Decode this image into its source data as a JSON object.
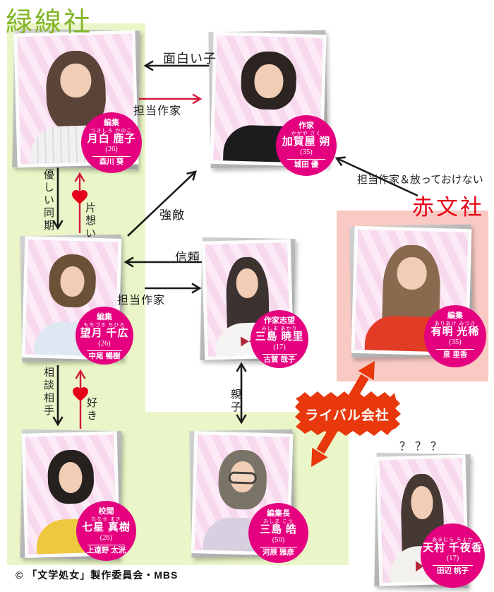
{
  "companies": {
    "green": {
      "name": "緑線社",
      "box_color": "#eaf6c8",
      "title_color": "#82b525"
    },
    "red": {
      "name": "赤文社",
      "box_color": "#f9c9c3",
      "title_color": "#e60012"
    }
  },
  "rival": {
    "label": "ライバル会社",
    "color": "#e8380c"
  },
  "palette": {
    "badge_circle": "#e4007f",
    "love_arrow": "#d4173c",
    "heart": "#e60019",
    "arrow_black": "#1b1b1b"
  },
  "characters": [
    {
      "role": "編集",
      "furigana": "つきしろ かのこ",
      "name": "月白 鹿子",
      "age": "(26)",
      "actor": "森川 葵"
    },
    {
      "role": "作家",
      "furigana": "かがや さく",
      "name": "加賀屋 朔",
      "age": "(35)",
      "actor": "城田 優"
    },
    {
      "role": "編集",
      "furigana": "もちづき ちひろ",
      "name": "望月 千広",
      "age": "(26)",
      "actor": "中尾 暢樹"
    },
    {
      "role": "作家志望",
      "furigana": "みしま あかり",
      "name": "三島 暁里",
      "age": "(17)",
      "actor": "古賀 哉子"
    },
    {
      "role": "編集",
      "furigana": "ありあけ みつき",
      "name": "有明 光稀",
      "age": "(35)",
      "actor": "泉 里香"
    },
    {
      "role": "校閲",
      "furigana": "ななせ まき",
      "name": "七星 真樹",
      "age": "(26)",
      "actor": "上遠野 太洸"
    },
    {
      "role": "編集長",
      "furigana": "みしま こう",
      "name": "三島 皓",
      "age": "(50)",
      "actor": "河原 雅彦"
    },
    {
      "furigana": "あまむら ちよか",
      "name": "天村 千夜香",
      "age": "(17)",
      "actor": "田辺 桃子"
    }
  ],
  "relations": {
    "omoshiroiko": "面白い子",
    "tanto_sakka_1": "担当作家",
    "yasashii_doki": "優しい同期",
    "kataomoi": "片想い",
    "kyoteki": "強敵",
    "shinrai": "信頼",
    "tanto_sakka_2": "担当作家",
    "sodan_aite": "相談相手",
    "suki": "好き",
    "oyako": "親子",
    "tanto_hottokenai": "担当作家＆放っておけない"
  },
  "misc": {
    "mystery": "？？？",
    "copyright": "© 「文学処女」製作委員会・MBS"
  }
}
